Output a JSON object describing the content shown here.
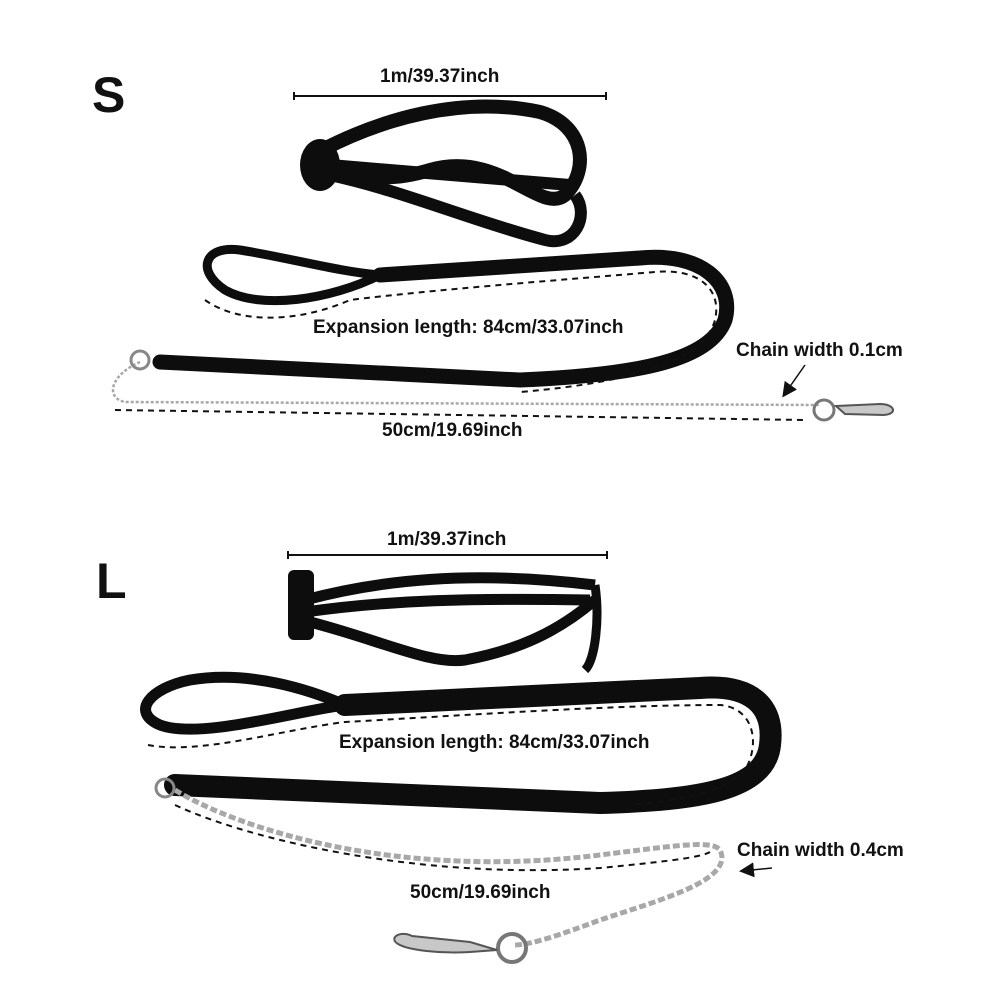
{
  "sections": [
    {
      "size": "S",
      "handle_length": "1m/39.37inch",
      "expansion_length": "Expansion length: 84cm/33.07inch",
      "chain_length": "50cm/19.69inch",
      "chain_width": "Chain width 0.1cm"
    },
    {
      "size": "L",
      "handle_length": "1m/39.37inch",
      "expansion_length": "Expansion length: 84cm/33.07inch",
      "chain_length": "50cm/19.69inch",
      "chain_width": "Chain width 0.4cm"
    }
  ],
  "colors": {
    "strap": "#0d0d0d",
    "chain": "#a8a8a8",
    "annotation": "#111111",
    "background": "#ffffff"
  }
}
